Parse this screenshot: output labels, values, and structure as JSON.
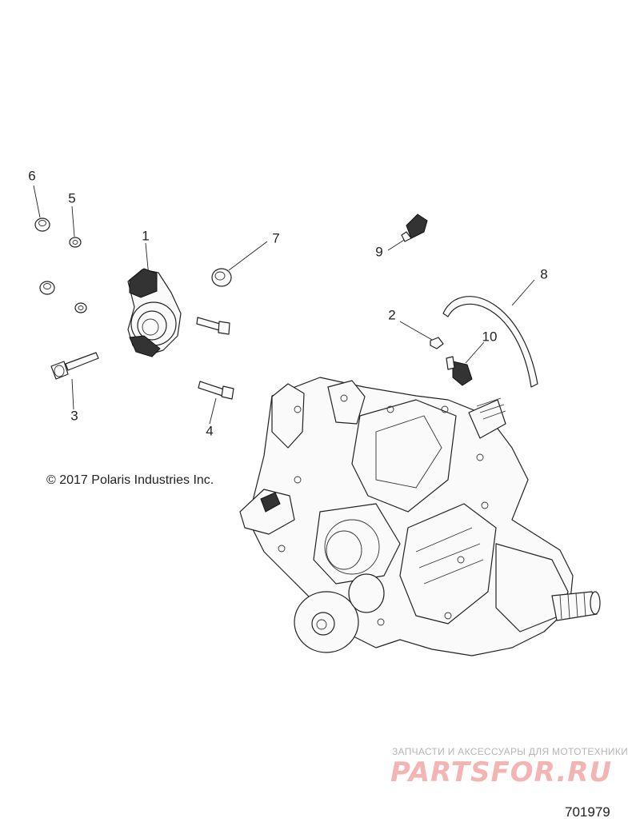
{
  "callouts": {
    "p1": "1",
    "p2": "2",
    "p3": "3",
    "p4": "4",
    "p5": "5",
    "p6": "6",
    "p7": "7",
    "p8": "8",
    "p9": "9",
    "p10": "10"
  },
  "copyright": "© 2017 Polaris Industries Inc.",
  "watermark": {
    "tagline": "ЗАПЧАСТИ И АКСЕССУАРЫ ДЛЯ МОТОТЕХНИКИ",
    "logo": "PARTSFOR.RU"
  },
  "figure_number": "701979",
  "colors": {
    "line": "#222222",
    "watermark_logo": "#f3b4b4",
    "watermark_text": "#b5b5b5"
  }
}
